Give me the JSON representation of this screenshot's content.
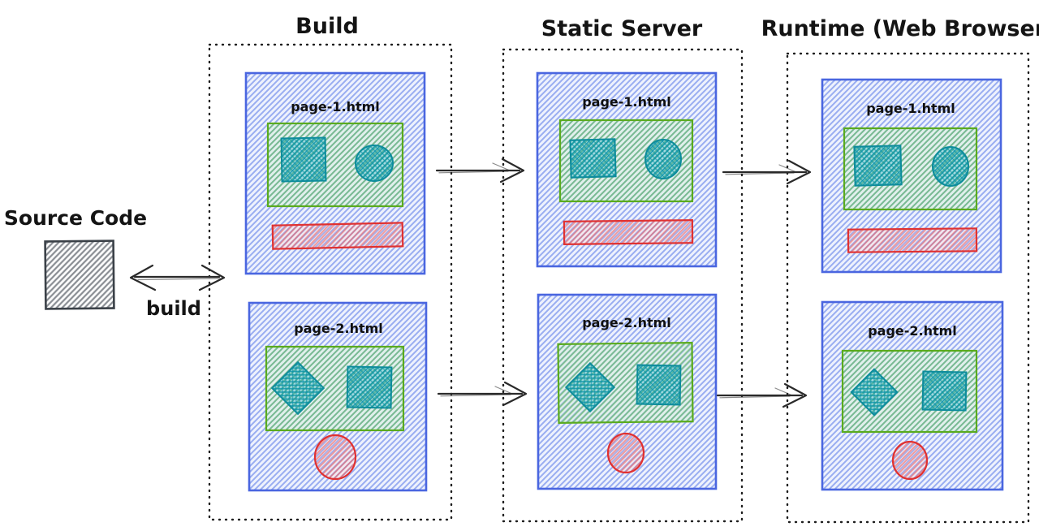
{
  "diagram": {
    "source": {
      "label": "Source Code"
    },
    "build_arrow_label": "build",
    "columns": [
      {
        "title": "Build",
        "pages": [
          {
            "name": "page-1.html"
          },
          {
            "name": "page-2.html"
          }
        ]
      },
      {
        "title": "Static Server",
        "pages": [
          {
            "name": "page-1.html"
          },
          {
            "name": "page-2.html"
          }
        ]
      },
      {
        "title": "Runtime (Web Browser)",
        "pages": [
          {
            "name": "page-1.html"
          },
          {
            "name": "page-2.html"
          }
        ]
      }
    ],
    "colors": {
      "ink": "#1e1e1e",
      "blue": "#4a66e0",
      "green": "#5aab1e",
      "teal": "#0d8c9c",
      "red": "#e03131",
      "gray": "#3b4148"
    }
  }
}
